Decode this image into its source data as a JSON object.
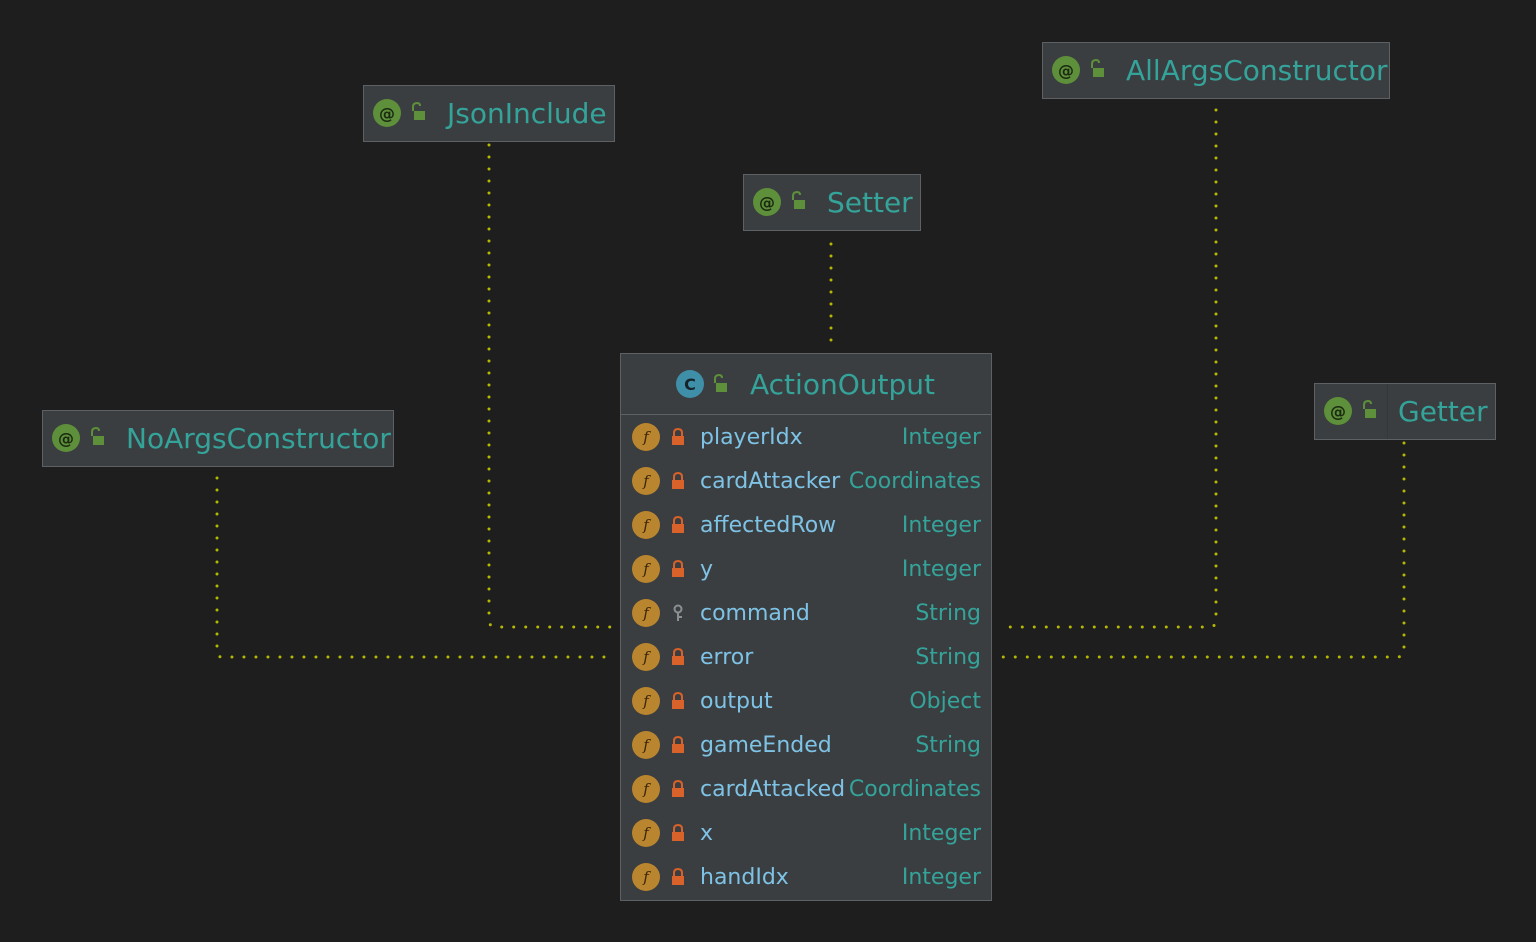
{
  "diagram": {
    "colors": {
      "background": "#1e1e1e",
      "box_fill": "#3b3e40",
      "box_border": "#5e6163",
      "name_text": "#34a39a",
      "field_text": "#7ec3e6",
      "type_text": "#34a39a",
      "annotation_badge": "#5e8f3a",
      "class_badge": "#3f8fa8",
      "field_badge": "#b9852f",
      "private_lock": "#d9622b",
      "edge": "#b5b800"
    },
    "annotations": [
      {
        "id": "jsoninclude",
        "badge": "@",
        "name": "JsonInclude",
        "icon": "public-unlocked-icon"
      },
      {
        "id": "setter",
        "badge": "@",
        "name": "Setter",
        "icon": "public-unlocked-icon"
      },
      {
        "id": "allargsconstructor",
        "badge": "@",
        "name": "AllArgsConstructor",
        "icon": "public-unlocked-icon"
      },
      {
        "id": "noargsconstructor",
        "badge": "@",
        "name": "NoArgsConstructor",
        "icon": "public-unlocked-icon"
      },
      {
        "id": "getter",
        "badge": "@",
        "name": "Getter",
        "icon": "public-unlocked-icon"
      }
    ],
    "class": {
      "badge": "C",
      "name": "ActionOutput",
      "icon": "public-unlocked-icon",
      "fields": [
        {
          "badge": "f",
          "visibility": "private",
          "name": "playerIdx",
          "type": "Integer"
        },
        {
          "badge": "f",
          "visibility": "private",
          "name": "cardAttacker",
          "type": "Coordinates"
        },
        {
          "badge": "f",
          "visibility": "private",
          "name": "affectedRow",
          "type": "Integer"
        },
        {
          "badge": "f",
          "visibility": "private",
          "name": "y",
          "type": "Integer"
        },
        {
          "badge": "f",
          "visibility": "package-private",
          "name": "command",
          "type": "String"
        },
        {
          "badge": "f",
          "visibility": "private",
          "name": "error",
          "type": "String"
        },
        {
          "badge": "f",
          "visibility": "private",
          "name": "output",
          "type": "Object"
        },
        {
          "badge": "f",
          "visibility": "private",
          "name": "gameEnded",
          "type": "String"
        },
        {
          "badge": "f",
          "visibility": "private",
          "name": "cardAttacked",
          "type": "Coordinates"
        },
        {
          "badge": "f",
          "visibility": "private",
          "name": "x",
          "type": "Integer"
        },
        {
          "badge": "f",
          "visibility": "private",
          "name": "handIdx",
          "type": "Integer"
        }
      ]
    },
    "relations": [
      {
        "from": "noargsconstructor",
        "to": "class",
        "style": "dotted"
      },
      {
        "from": "jsoninclude",
        "to": "class",
        "style": "dotted"
      },
      {
        "from": "setter",
        "to": "class",
        "style": "dotted"
      },
      {
        "from": "allargsconstructor",
        "to": "class",
        "style": "dotted"
      },
      {
        "from": "getter",
        "to": "class",
        "style": "dotted"
      }
    ]
  }
}
